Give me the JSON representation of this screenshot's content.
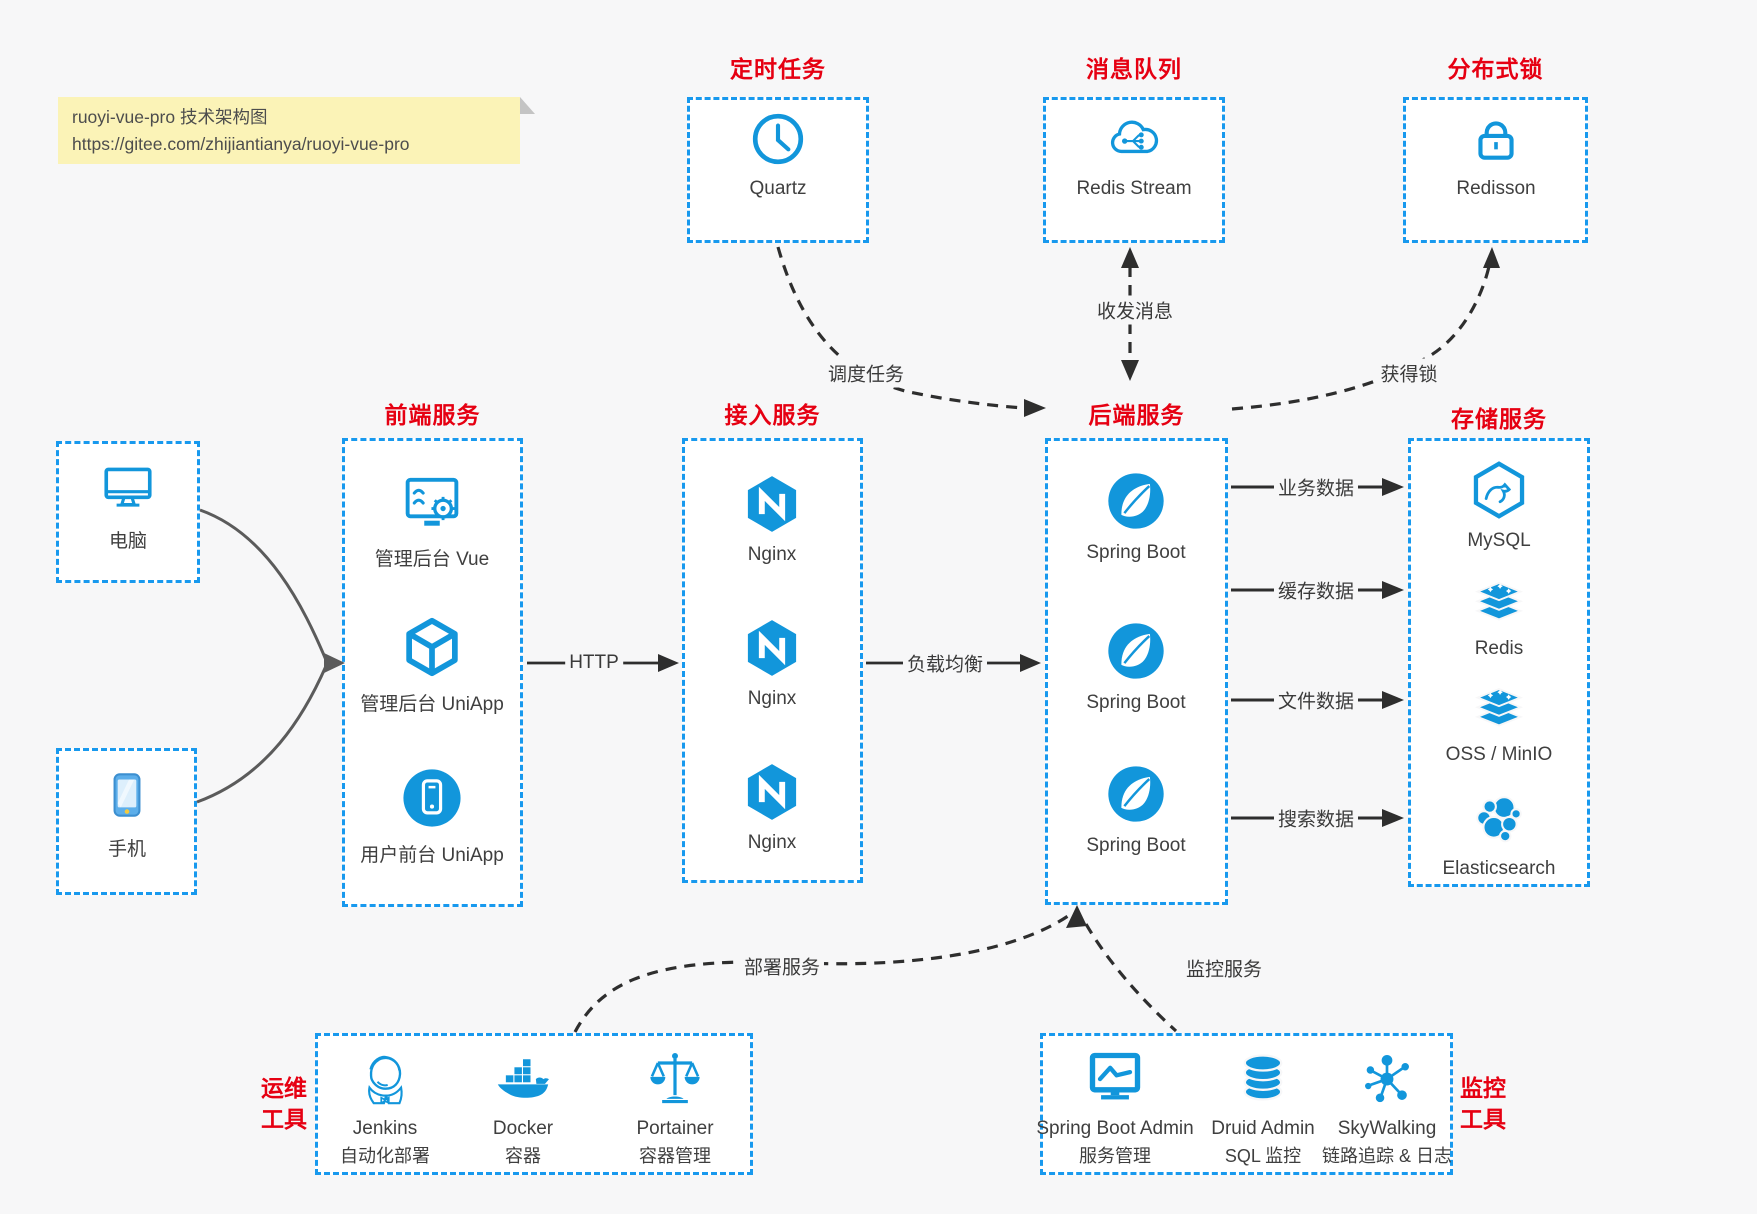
{
  "note": {
    "line1": "ruoyi-vue-pro 技术架构图",
    "line2": "https://gitee.com/zhijiantianya/ruoyi-vue-pro"
  },
  "colors": {
    "icon_blue": "#1296db",
    "box_border_blue": "#1899ee",
    "title_red": "#e60012",
    "arrow_dark": "#2e2e2e",
    "device_arrow_grey": "#5b5b5b",
    "note_bg": "#fbf3b7"
  },
  "sections": {
    "scheduled_task": {
      "title": "定时任务",
      "items": [
        {
          "icon": "clock-icon",
          "label": "Quartz"
        }
      ]
    },
    "message_queue": {
      "title": "消息队列",
      "items": [
        {
          "icon": "cloud-stream-icon",
          "label": "Redis Stream"
        }
      ]
    },
    "distributed_lock": {
      "title": "分布式锁",
      "items": [
        {
          "icon": "lock-icon",
          "label": "Redisson"
        }
      ]
    },
    "clients": {
      "computer_label": "电脑",
      "phone_label": "手机"
    },
    "frontend": {
      "title": "前端服务",
      "items": [
        {
          "icon": "admin-vue-icon",
          "label": "管理后台 Vue"
        },
        {
          "icon": "uniapp-cube-icon",
          "label": "管理后台 UniApp"
        },
        {
          "icon": "user-app-icon",
          "label": "用户前台 UniApp"
        }
      ]
    },
    "gateway": {
      "title": "接入服务",
      "items": [
        {
          "icon": "nginx-icon",
          "label": "Nginx"
        },
        {
          "icon": "nginx-icon",
          "label": "Nginx"
        },
        {
          "icon": "nginx-icon",
          "label": "Nginx"
        }
      ]
    },
    "backend": {
      "title": "后端服务",
      "items": [
        {
          "icon": "spring-boot-icon",
          "label": "Spring Boot"
        },
        {
          "icon": "spring-boot-icon",
          "label": "Spring Boot"
        },
        {
          "icon": "spring-boot-icon",
          "label": "Spring Boot"
        }
      ]
    },
    "storage": {
      "title": "存储服务",
      "items": [
        {
          "icon": "mysql-icon",
          "label": "MySQL"
        },
        {
          "icon": "redis-icon",
          "label": "Redis"
        },
        {
          "icon": "oss-icon",
          "label": "OSS / MinIO"
        },
        {
          "icon": "elasticsearch-icon",
          "label": "Elasticsearch"
        }
      ]
    },
    "ops_tools": {
      "title_line1": "运维",
      "title_line2": "工具",
      "items": [
        {
          "icon": "jenkins-icon",
          "label": "Jenkins",
          "sub": "自动化部署"
        },
        {
          "icon": "docker-icon",
          "label": "Docker",
          "sub": "容器"
        },
        {
          "icon": "portainer-icon",
          "label": "Portainer",
          "sub": "容器管理"
        }
      ]
    },
    "monitor_tools": {
      "title_line1": "监控",
      "title_line2": "工具",
      "items": [
        {
          "icon": "spring-boot-admin-icon",
          "label": "Spring Boot Admin",
          "sub": "服务管理"
        },
        {
          "icon": "druid-icon",
          "label": "Druid Admin",
          "sub": "SQL 监控"
        },
        {
          "icon": "skywalking-icon",
          "label": "SkyWalking",
          "sub": "链路追踪 & 日志"
        }
      ]
    }
  },
  "edges": {
    "http": "HTTP",
    "load_balance": "负载均衡",
    "business_data": "业务数据",
    "cache_data": "缓存数据",
    "file_data": "文件数据",
    "search_data": "搜索数据",
    "schedule_task": "调度任务",
    "send_receive_message": "收发消息",
    "acquire_lock": "获得锁",
    "deploy_service": "部署服务",
    "monitor_service": "监控服务"
  }
}
